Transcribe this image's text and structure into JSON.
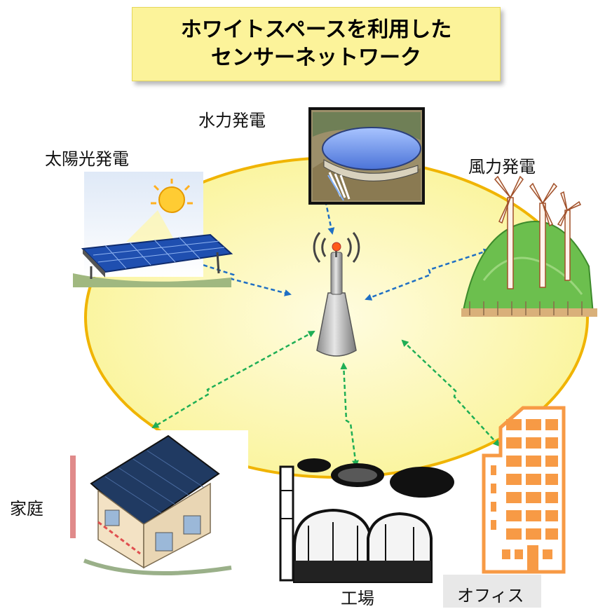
{
  "title": {
    "line1": "ホワイトスペースを利用した",
    "line2": "センサーネットワーク"
  },
  "nodes": {
    "hydro": "水力発電",
    "solar": "太陽光発電",
    "wind": "風力発電",
    "home": "家庭",
    "factory": "工場",
    "office": "オフィス"
  },
  "colors": {
    "ellipse_fill": "#fbf8bd",
    "ellipse_stroke": "#f0b400",
    "link_blue": "#1f6fc4",
    "link_green": "#1fae55",
    "title_bg": "#fcf39a",
    "office_orange": "#f79a45"
  },
  "icons": [
    "antenna-tower-icon",
    "dam-icon",
    "solar-panel-icon",
    "wind-turbine-icon",
    "house-icon",
    "factory-icon",
    "office-building-icon"
  ]
}
